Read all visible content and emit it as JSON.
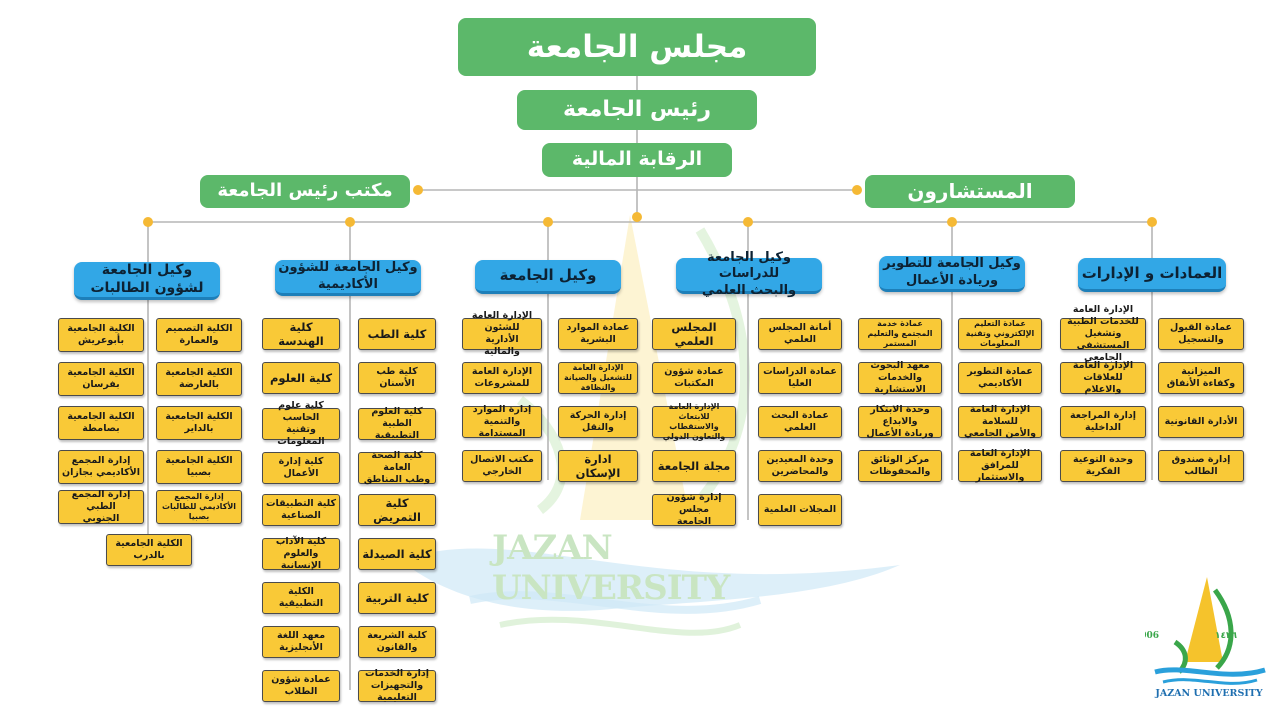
{
  "top": {
    "council": "مجلس الجامعة",
    "president": "رئيس الجامعة",
    "financial_control": "الرقابة المالية",
    "president_office": "مكتب رئيس الجامعة",
    "advisors": "المستشارون"
  },
  "branches": {
    "student_affairs": {
      "title": "وكيل الجامعة\nلشؤون الطالبات",
      "right": [
        "الكلية التصميم\nوالعمارة",
        "الكلية الجامعية\nبالعارضة",
        "الكلية الجامعية\nبالداير",
        "الكلية الجامعية\nبصبيا",
        "إدارة المجمع\nالأكاديمي للطالبات\nبصبيا"
      ],
      "left": [
        "الكلية الجامعية\nبأبوعريش",
        "الكلية الجامعية\nبفرسان",
        "الكلية الجامعية\nبصامطة",
        "إدارة المجمع\nالأكاديمي بجازان",
        "إدارة المجمع الطبي\nالجنوبي"
      ],
      "bottom": "الكلية الجامعية\nبالدرب"
    },
    "academic": {
      "title": "وكيل الجامعة للشؤون\nالأكاديمية",
      "right": [
        "كلية الطب",
        "كلية طب الأسنان",
        "كلية العلوم الطبية\nالتطبيقية",
        "كلية الصحة العامة\nوطب المناطق",
        "كلية التمريض",
        "كلية الصيدلة",
        "كلية التربية",
        "كلية الشريعة\nوالقانون",
        "إدارة الخدمات\nوالتجهيزات التعليمية"
      ],
      "left": [
        "كلية الهندسة",
        "كلية العلوم",
        "كلية علوم الحاسب\nوتقنية المعلومات",
        "كلية إدارة الأعمال",
        "كلية التطبيقات\nالصناعية",
        "كلية الآداب\nوالعلوم الإنسانية",
        "الكلية التطبيقية",
        "معهد اللغة\nالأنجليزية",
        "عمادة شؤون\nالطلاب"
      ]
    },
    "vice": {
      "title": "وكيل الجامعة",
      "right": [
        "عمادة الموارد\nالبشرية",
        "الإدارة العامة\nللتشغيل والصيانة\nوالنظافة",
        "إدارة الحركة\nوالنقل",
        "ادارة الإسكان"
      ],
      "left": [
        "الإدارة العامة للشئون\nالأدارية والمالية",
        "الإدارة العامة\nللمشروعات",
        "إدارة الموارد والتنمية\nالمستدامة",
        "مكتب الاتصال\nالخارجي"
      ]
    },
    "research": {
      "title": "وكيل الجامعة للدراسات\nوالبحث العلمي",
      "right": [
        "أمانة المجلس\nالعلمي",
        "عمادة الدراسات\nالعليا",
        "عمادة البحث\nالعلمي",
        "وحدة المعيدين\nوالمحاضرين",
        "المجلات العلمية"
      ],
      "left": [
        "المجلس العلمي",
        "عمادة شؤون\nالمكتبات",
        "الإدارة العامة للابتعاث\nوالاستقطاب\nوالتعاون الدولي",
        "مجلة الجامعة",
        "إدارة شؤون مجلس\nالجامعة"
      ]
    },
    "development": {
      "title": "وكيل الجامعة للتطوير\nوريادة الأعمال",
      "right": [
        "عمادة التعليم\nالإلكتروني وتقنية\nالمعلومات",
        "عمادة التطوير\nالأكاديمي",
        "الإدارة العامة للسلامة\nوالأمن الجامعي",
        "الإدارة العامة للمرافق\nوالاستثمار"
      ],
      "left": [
        "عمادة خدمة\nالمجتمع والتعليم\nالمستمر",
        "معهد البحوث\nوالخدمات الاستشارية",
        "وحدة الابتكار والابداع\nوريادة الأعمال",
        "مركز الوثائق\nوالمحفوظات"
      ]
    },
    "deanships": {
      "title": "العمادات و الإدارات",
      "right": [
        "عمادة القبول\nوالتسجيل",
        "الميزانية\nوكفاءة الأنفاق",
        "الأدارة القانونية",
        "إدارة صندوق الطالب"
      ],
      "left": [
        "الإدارة العامة للخدمات الطبية\nوتشغيل المستشفى الجامعي",
        "الإدارة العامة للعلاقات\nوالاعلام",
        "إدارة المراجعة\nالداخلية",
        "وحدة التوعية\nالفكرية"
      ]
    }
  },
  "watermark": {
    "university_name": "JAZAN UNIVERSITY",
    "year_left": "2006",
    "year_right": "١٤٢٦"
  },
  "colors": {
    "green": "#5cb86a",
    "blue": "#32a7e6",
    "yellow": "#f9c937",
    "connector": "#b5b5b5",
    "dot": "#f5b935"
  }
}
